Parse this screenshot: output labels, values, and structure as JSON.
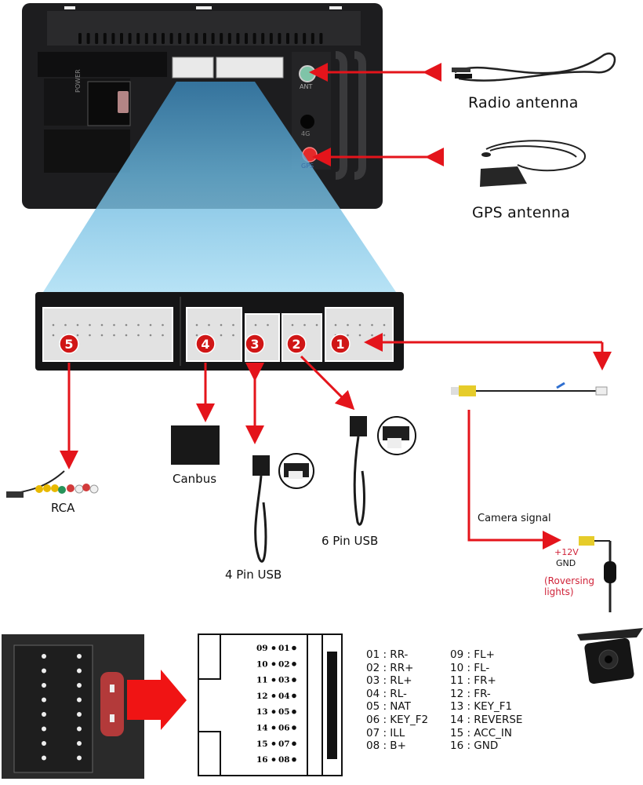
{
  "head_unit": {
    "port_labels": {
      "power": "POWER",
      "antenna": "ANT",
      "four_g": "4G",
      "gps": "GPS"
    }
  },
  "accessories": {
    "radio_antenna": "Radio antenna",
    "gps_antenna": "GPS antenna",
    "rca": "RCA",
    "canbus": "Canbus",
    "usb_4pin": "4 Pin USB",
    "usb_6pin": "6 Pin USB",
    "camera_signal": "Camera signal",
    "plus12v": "+12V",
    "gnd": "GND",
    "reversing_lights_line1": "(Roversing",
    "reversing_lights_line2": "lights)"
  },
  "connector_numbers": [
    "5",
    "4",
    "3",
    "2",
    "1"
  ],
  "connector_diagram": {
    "left_column": [
      "09",
      "10",
      "11",
      "12",
      "13",
      "14",
      "15",
      "16"
    ],
    "right_column": [
      "01",
      "02",
      "03",
      "04",
      "05",
      "06",
      "07",
      "08"
    ]
  },
  "pinout": {
    "left": [
      {
        "pin": "01",
        "signal": "RR-"
      },
      {
        "pin": "02",
        "signal": "RR+"
      },
      {
        "pin": "03",
        "signal": "RL+"
      },
      {
        "pin": "04",
        "signal": "RL-"
      },
      {
        "pin": "05",
        "signal": "NAT"
      },
      {
        "pin": "06",
        "signal": "KEY_F2"
      },
      {
        "pin": "07",
        "signal": "ILL"
      },
      {
        "pin": "08",
        "signal": "B+"
      }
    ],
    "right": [
      {
        "pin": "09",
        "signal": "FL+"
      },
      {
        "pin": "10",
        "signal": "FL-"
      },
      {
        "pin": "11",
        "signal": "FR+"
      },
      {
        "pin": "12",
        "signal": "FR-"
      },
      {
        "pin": "13",
        "signal": "KEY_F1"
      },
      {
        "pin": "14",
        "signal": "REVERSE"
      },
      {
        "pin": "15",
        "signal": "ACC_IN"
      },
      {
        "pin": "16",
        "signal": "GND"
      }
    ]
  },
  "colors": {
    "arrow_red": "#e4141b",
    "unit_black": "#1c1c1e",
    "beam_blue": "#8fd0ee",
    "connector_white": "#dcdcdc",
    "badge_red": "#d01616",
    "warn_red": "#d0243a"
  }
}
